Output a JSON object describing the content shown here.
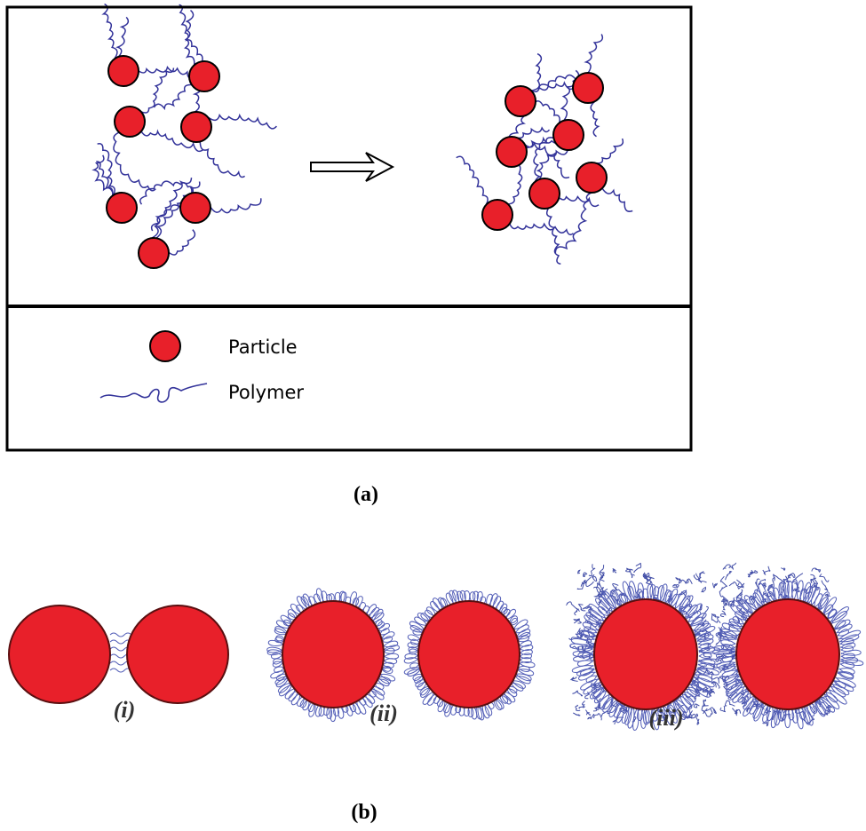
{
  "colors": {
    "particle": "#e8202a",
    "particle_edge": "#5a0f10",
    "polymer": "#33339a"
  },
  "panel_a": {
    "label": "(a)",
    "legend": {
      "particle": "Particle",
      "polymer": "Polymer"
    }
  },
  "panel_b": {
    "label": "(b)",
    "sublabels": [
      "(i)",
      "(ii)",
      "(iii)"
    ]
  }
}
